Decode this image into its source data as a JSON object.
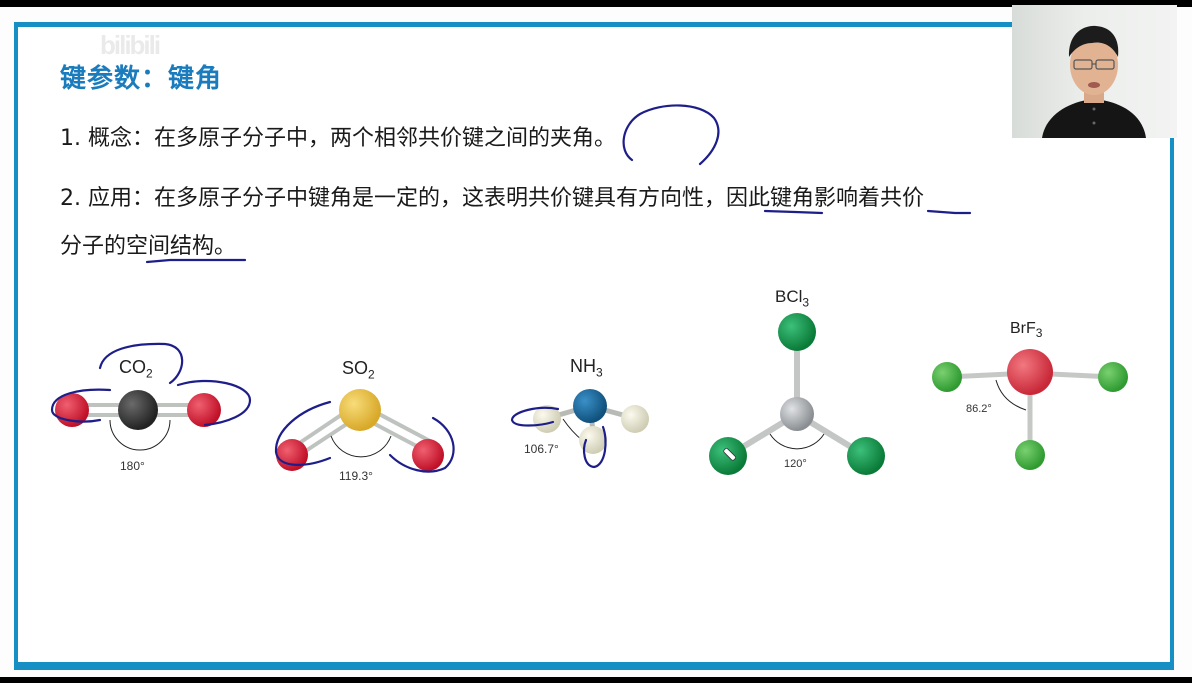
{
  "slide": {
    "watermark": "bilibili",
    "title": "键参数：键角",
    "point1": "1. 概念：在多原子分子中，两个相邻共价键之间的夹角。",
    "point2_line1": "2. 应用：在多原子分子中键角是一定的，这表明共价键具有方向性，因此键角影响着共价",
    "point2_line2": "分子的空间结构。",
    "highlighted_terms": [
      "夹角",
      "方向性",
      "键角",
      "空间结构"
    ]
  },
  "molecules": [
    {
      "formula": "CO",
      "subscript": "2",
      "angle": "180°",
      "center_color": "#3a3a3a",
      "outer_color": "#d8223a"
    },
    {
      "formula": "SO",
      "subscript": "2",
      "angle": "119.3°",
      "center_color": "#e8c040",
      "outer_color": "#d8223a"
    },
    {
      "formula": "NH",
      "subscript": "3",
      "angle": "106.7°",
      "center_color": "#1a6fa8",
      "outer_color": "#ecebd8"
    },
    {
      "formula": "BCl",
      "subscript": "3",
      "angle": "120°",
      "center_color": "#b8bcbe",
      "outer_color": "#139a4a"
    },
    {
      "formula": "BrF",
      "subscript": "3",
      "angle": "86.2°",
      "center_color": "#e0404a",
      "outer_color": "#4cb848"
    }
  ],
  "colors": {
    "frame": "#1690c4",
    "title": "#1a7bbd",
    "annotation_ink": "#1e1e8a"
  },
  "webcam": {
    "label": "presenter-video"
  }
}
